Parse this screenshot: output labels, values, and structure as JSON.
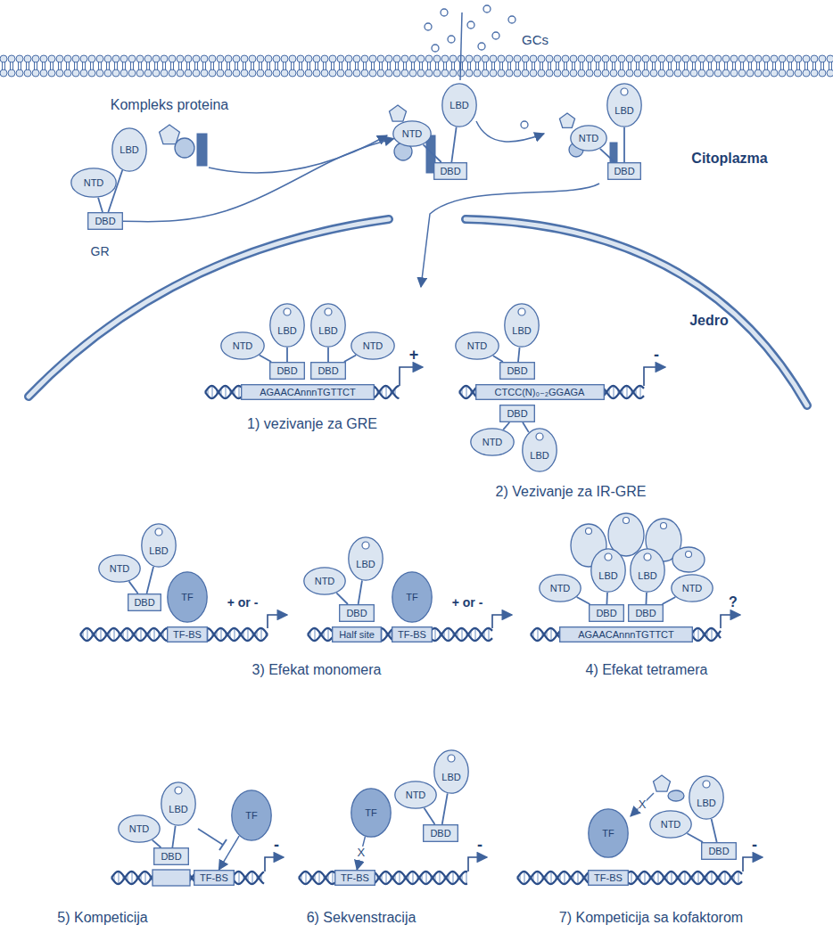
{
  "diagram": {
    "nodes": [
      {
        "text": [
          "NTD"
        ]
      },
      {
        "text": [
          "LBD"
        ]
      },
      {
        "text": [
          "DBD"
        ]
      },
      {
        "text": [
          "NTD"
        ]
      },
      {
        "text": [
          "LBD"
        ]
      },
      {
        "text": [
          "DBD"
        ]
      },
      {
        "text": [
          "NTD"
        ]
      },
      {
        "text": [
          "LBD"
        ]
      },
      {
        "text": [
          "DBD"
        ]
      },
      {
        "text": [
          "NTD"
        ]
      },
      {
        "text": [
          "LBD"
        ]
      },
      {
        "text": [
          "LBD"
        ]
      },
      {
        "text": [
          "NTD"
        ]
      },
      {
        "text": [
          "DBD"
        ]
      },
      {
        "text": [
          "DBD"
        ]
      },
      {
        "text": [
          "AGAACAnnnTGTTCT"
        ]
      },
      {
        "text": [
          "NTD"
        ]
      },
      {
        "text": [
          "LBD"
        ]
      },
      {
        "text": [
          "DBD"
        ]
      },
      {
        "text": [
          "CTCC(N)₀₋₂GGAGA"
        ]
      },
      {
        "text": [
          "DBD"
        ]
      },
      {
        "text": [
          "NTD"
        ]
      },
      {
        "text": [
          "LBD"
        ]
      },
      {
        "text": [
          "NTD"
        ]
      },
      {
        "text": [
          "LBD"
        ]
      },
      {
        "text": [
          "DBD"
        ]
      },
      {
        "text": [
          "TF"
        ]
      },
      {
        "text": [
          "TF-BS"
        ]
      },
      {
        "text": [
          "NTD"
        ]
      },
      {
        "text": [
          "LBD"
        ]
      },
      {
        "text": [
          "DBD"
        ]
      },
      {
        "text": [
          "Half site"
        ]
      },
      {
        "text": [
          "TF"
        ]
      },
      {
        "text": [
          "TF-BS"
        ]
      },
      {
        "text": [
          "NTD"
        ]
      },
      {
        "text": [
          "LBD"
        ]
      },
      {
        "text": [
          "LBD"
        ]
      },
      {
        "text": [
          "NTD"
        ]
      },
      {
        "text": [
          "DBD"
        ]
      },
      {
        "text": [
          "DBD"
        ]
      },
      {
        "text": [
          "AGAACAnnnTGTTCT"
        ]
      },
      {
        "text": [
          "NTD"
        ]
      },
      {
        "text": [
          "LBD"
        ]
      },
      {
        "text": [
          "DBD"
        ]
      },
      {
        "text": [
          "TF"
        ]
      },
      {
        "text": [
          "TF-BS"
        ]
      },
      {
        "text": [
          "TF"
        ]
      },
      {
        "text": [
          "TF-BS"
        ]
      },
      {
        "text": [
          "NTD"
        ]
      },
      {
        "text": [
          "LBD"
        ]
      },
      {
        "text": [
          "DBD"
        ]
      },
      {
        "text": [
          "TF"
        ]
      },
      {
        "text": [
          "TF-BS"
        ]
      },
      {
        "text": [
          "NTD"
        ]
      },
      {
        "text": [
          "LBD"
        ]
      },
      {
        "text": [
          "DBD"
        ]
      }
    ],
    "edges": [
      {
        "from": 0,
        "to": 2,
        "arrow": "none"
      },
      {
        "from": 1,
        "to": 2,
        "arrow": "none"
      },
      {
        "from": 3,
        "to": 5,
        "arrow": "none"
      },
      {
        "from": 4,
        "to": 5,
        "arrow": "none"
      },
      {
        "from": 6,
        "to": 8,
        "arrow": "none"
      },
      {
        "from": 7,
        "to": 8,
        "arrow": "none"
      },
      {
        "from": 9,
        "to": 13,
        "arrow": "none"
      },
      {
        "from": 10,
        "to": 13,
        "arrow": "none"
      },
      {
        "from": 12,
        "to": 14,
        "arrow": "none"
      },
      {
        "from": 11,
        "to": 14,
        "arrow": "none"
      },
      {
        "from": 16,
        "to": 18,
        "arrow": "none"
      },
      {
        "from": 17,
        "to": 18,
        "arrow": "none"
      },
      {
        "from": 21,
        "to": 20,
        "arrow": "none"
      },
      {
        "from": 22,
        "to": 20,
        "arrow": "none"
      },
      {
        "from": 23,
        "to": 25,
        "arrow": "none"
      },
      {
        "from": 24,
        "to": 25,
        "arrow": "none"
      },
      {
        "from": 28,
        "to": 30,
        "arrow": "none"
      },
      {
        "from": 29,
        "to": 30,
        "arrow": "none"
      },
      {
        "from": 34,
        "to": 38,
        "arrow": "none"
      },
      {
        "from": 35,
        "to": 38,
        "arrow": "none"
      },
      {
        "from": 37,
        "to": 39,
        "arrow": "none"
      },
      {
        "from": 36,
        "to": 39,
        "arrow": "none"
      },
      {
        "from": 41,
        "to": 43,
        "arrow": "none"
      },
      {
        "from": 42,
        "to": 43,
        "arrow": "none"
      },
      {
        "from": 48,
        "to": 50,
        "arrow": "none"
      },
      {
        "from": 49,
        "to": 50,
        "arrow": "none"
      },
      {
        "from": 53,
        "to": 55,
        "arrow": "none"
      },
      {
        "from": 54,
        "to": 55,
        "arrow": "none"
      },
      {
        "from": 2,
        "to": 3,
        "arrow": "to"
      },
      {
        "from": 44,
        "to": 45,
        "arrow": "to"
      },
      {
        "from": 46,
        "to": 47,
        "arrow": "to",
        "label": "X"
      }
    ],
    "labels": [
      "GCs",
      "Kompleks proteina",
      "GR",
      "Citoplazma",
      "Jedro",
      "+",
      "1) vezivanje za GRE",
      "-",
      "2) Vezivanje za IR-GRE",
      "+ or -",
      "+ or -",
      "3) Efekat monomera",
      "?",
      "4) Efekat tetramera",
      "-",
      "5) Kompeticija",
      "-",
      "6) Sekvenstracija",
      "X",
      "-",
      "7) Kompeticija sa kofaktorom"
    ]
  }
}
